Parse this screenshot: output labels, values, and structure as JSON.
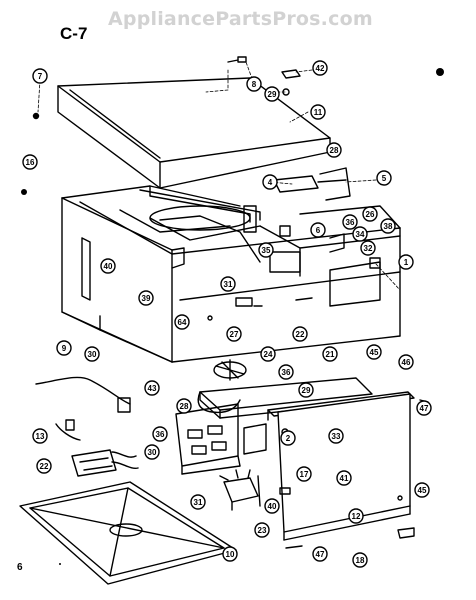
{
  "watermark": "AppliancePartsPros.com",
  "diagram_code": "C-7",
  "page_number": "6",
  "callouts": [
    "7",
    "8",
    "42",
    "29",
    "11",
    "16",
    "28",
    "4",
    "5",
    "6",
    "26",
    "34",
    "36",
    "38",
    "32",
    "35",
    "1",
    "40",
    "39",
    "31",
    "22",
    "64",
    "27",
    "21",
    "45",
    "9",
    "30",
    "24",
    "36",
    "29",
    "46",
    "41",
    "47",
    "43",
    "28",
    "2",
    "33",
    "13",
    "36",
    "17",
    "22",
    "31",
    "30",
    "40",
    "45",
    "12",
    "23",
    "10",
    "47",
    "18"
  ]
}
